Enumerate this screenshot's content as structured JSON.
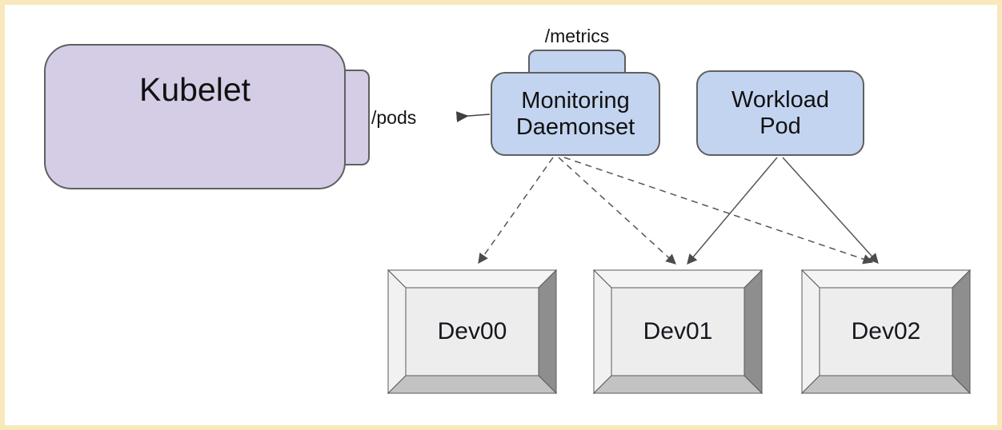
{
  "diagram": {
    "nodes": {
      "kubelet": {
        "label": "Kubelet",
        "endpoint_label": "/pods"
      },
      "monitoring_daemonset": {
        "lines": [
          "Monitoring",
          "Daemonset"
        ],
        "endpoint_label": "/metrics"
      },
      "workload_pod": {
        "lines": [
          "Workload",
          "Pod"
        ]
      },
      "devices": [
        {
          "label": "Dev00"
        },
        {
          "label": "Dev01"
        },
        {
          "label": "Dev02"
        }
      ]
    },
    "edges": [
      {
        "from": "monitoring_daemonset",
        "to": "kubelet",
        "via": "/pods",
        "style": "solid",
        "arrow": "open"
      },
      {
        "from": "monitoring_daemonset",
        "to": "Dev00",
        "style": "dashed",
        "arrow": "filled"
      },
      {
        "from": "monitoring_daemonset",
        "to": "Dev01",
        "style": "dashed",
        "arrow": "filled"
      },
      {
        "from": "monitoring_daemonset",
        "to": "Dev02",
        "style": "dashed",
        "arrow": "filled"
      },
      {
        "from": "workload_pod",
        "to": "Dev01",
        "style": "solid",
        "arrow": "filled"
      },
      {
        "from": "workload_pod",
        "to": "Dev02",
        "style": "solid",
        "arrow": "filled"
      }
    ],
    "colors": {
      "frame_border": "#f8e8bc",
      "canvas": "#ffffff",
      "kubelet_fill": "#d4cde5",
      "pod_fill": "#c3d4f0",
      "node_border": "#5f5f5f",
      "line": "#555555",
      "arrowhead": "#4c4c4c",
      "device_face": "#ededed",
      "device_bevel_top": "#f4f4f4",
      "device_bevel_left": "#f1f1f1",
      "device_bevel_right": "#8e8e8e",
      "device_bevel_bottom": "#c3c3c3",
      "text": "#111111"
    }
  }
}
